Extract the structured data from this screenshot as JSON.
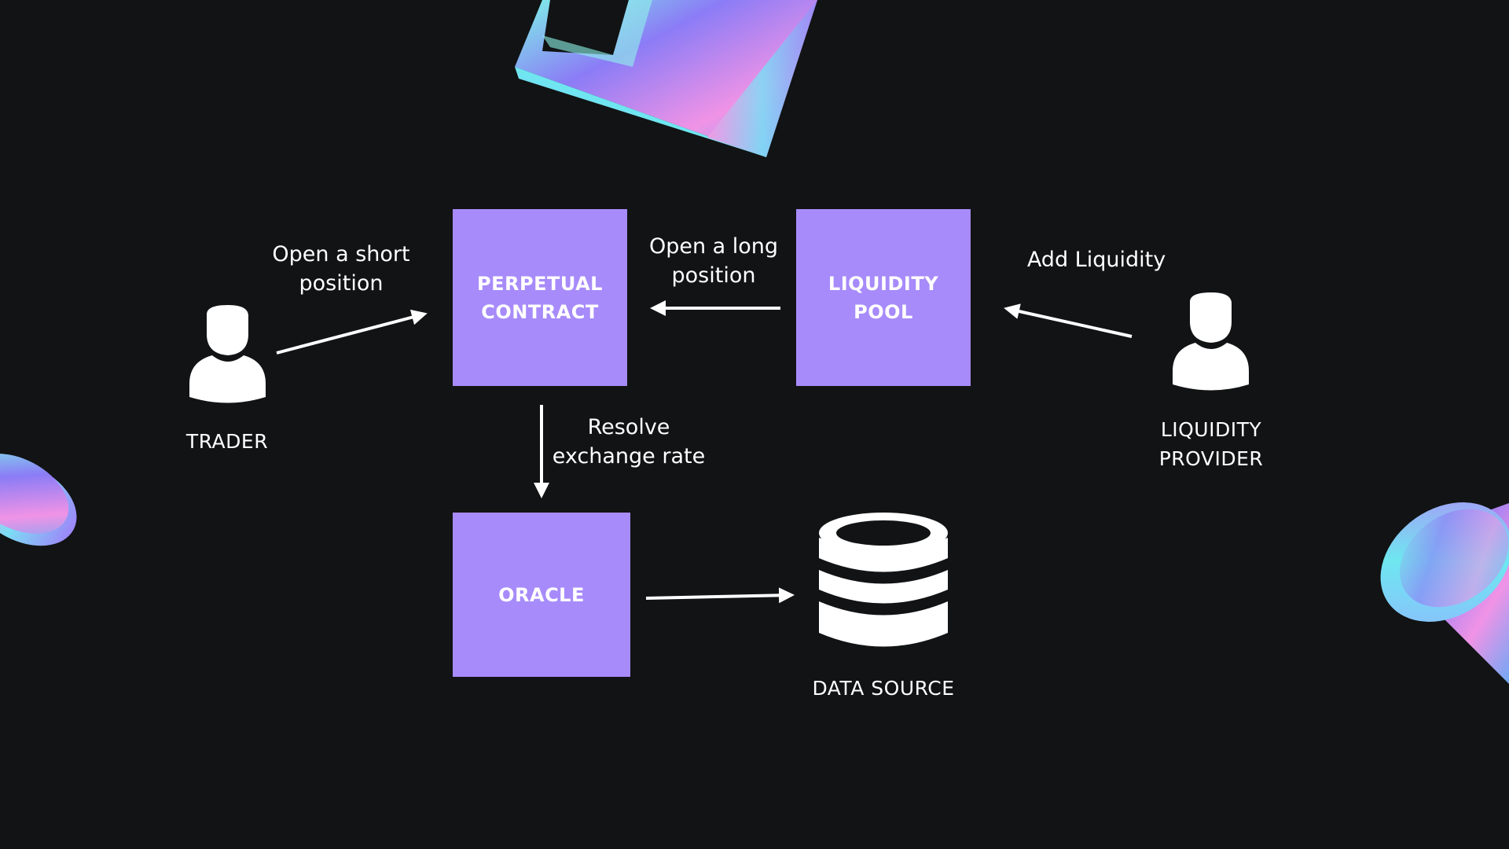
{
  "colors": {
    "background": "#111314",
    "box_fill": "#A78BFA",
    "text": "#FFFFFF",
    "arrow": "#FFFFFF"
  },
  "nodes": {
    "perpetual_contract": {
      "line1": "PERPETUAL",
      "line2": "CONTRACT"
    },
    "liquidity_pool": {
      "line1": "LIQUIDITY",
      "line2": "POOL"
    },
    "oracle": {
      "label": "ORACLE"
    }
  },
  "actors": {
    "trader": {
      "label": "TRADER",
      "icon": "user-icon"
    },
    "liquidity_provider": {
      "line1": "LIQUIDITY",
      "line2": "PROVIDER",
      "icon": "user-icon"
    },
    "data_source": {
      "label": "DATA SOURCE",
      "icon": "database-icon"
    }
  },
  "edges": {
    "trader_to_contract": {
      "line1": "Open a short",
      "line2": "position"
    },
    "pool_to_contract": {
      "line1": "Open a long",
      "line2": "position"
    },
    "provider_to_pool": {
      "label": "Add Liquidity"
    },
    "contract_to_oracle": {
      "line1": "Resolve",
      "line2": "exchange rate"
    },
    "oracle_to_datasource": {
      "label": ""
    }
  },
  "decorations": [
    "holographic-frame-shape",
    "holographic-disc-left",
    "holographic-cylinder-right"
  ]
}
